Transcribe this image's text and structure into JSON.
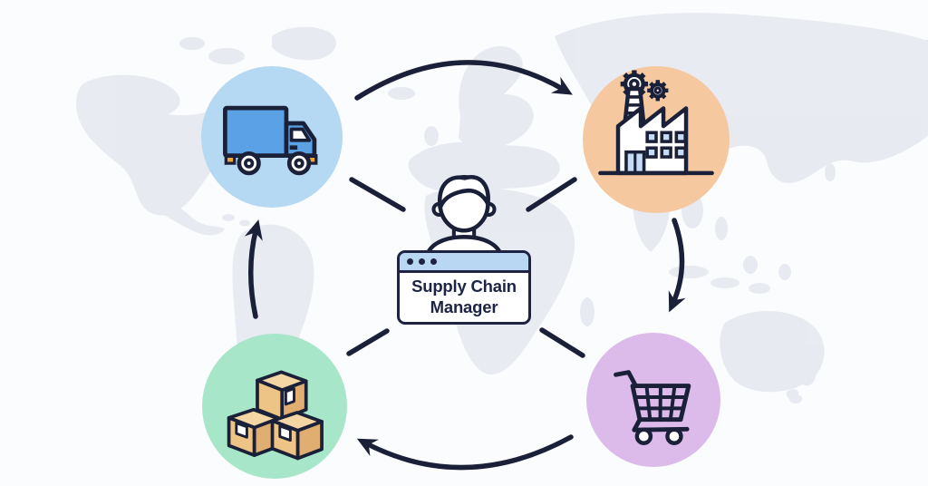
{
  "diagram": {
    "type": "cycle-diagram",
    "background": "faint-world-map",
    "center": {
      "icon": "person-icon",
      "label": "Supply Chain Manager",
      "window_dots": 3
    },
    "nodes": [
      {
        "id": "truck",
        "icon": "truck-icon",
        "position": "top-left",
        "circle_color": "#b5d8f3"
      },
      {
        "id": "factory",
        "icon": "factory-icon",
        "position": "top-right",
        "circle_color": "#f6c8a0"
      },
      {
        "id": "shopping-cart",
        "icon": "shopping-cart-icon",
        "position": "bottom-right",
        "circle_color": "#dcbbeb"
      },
      {
        "id": "boxes",
        "icon": "boxes-icon",
        "position": "bottom-left",
        "circle_color": "#a7e6c8"
      }
    ],
    "arrows": [
      {
        "from": "truck",
        "to": "factory",
        "side": "top"
      },
      {
        "from": "factory",
        "to": "shopping-cart",
        "side": "right"
      },
      {
        "from": "shopping-cart",
        "to": "boxes",
        "side": "bottom"
      },
      {
        "from": "boxes",
        "to": "truck",
        "side": "left"
      }
    ],
    "connectors": [
      "center-to-truck",
      "center-to-factory",
      "center-to-boxes",
      "center-to-shopping-cart"
    ]
  },
  "colors": {
    "outline": "#1a2038",
    "arrow": "#1a2038",
    "map": "#e3e6ee",
    "page_background": "#fbfcfe",
    "truck_body": "#5aa1e5",
    "truck_accent": "#eba43c",
    "factory_window": "#c6dcf4",
    "box_front": "#edc386",
    "box_side": "#dfae70",
    "box_top": "#f4d6a4",
    "card_header": "#b9d6f2",
    "title_text": "#1d2444"
  }
}
